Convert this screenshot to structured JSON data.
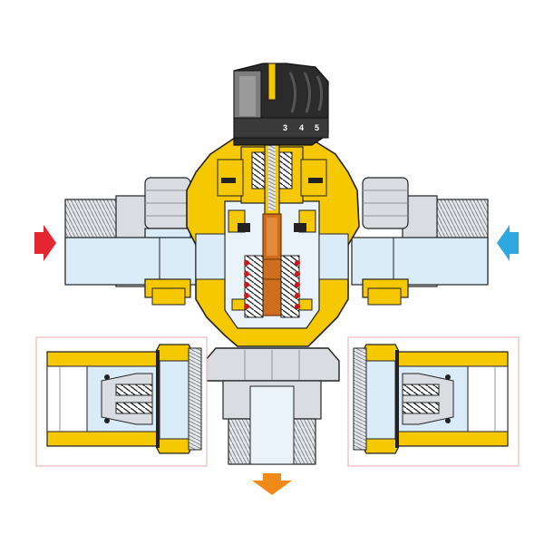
{
  "knob": {
    "scale": [
      "3",
      "4",
      "5"
    ]
  },
  "colors": {
    "brass": "#f6c800",
    "brass_dark": "#c79a00",
    "steel": "#d9dde2",
    "steel_dark": "#8c939b",
    "water": "#d9ecf8",
    "outline": "#222222",
    "knob": "#2b2b2b",
    "stem": "#cf6d1f",
    "seal": "#d01818",
    "arrow_hot": "#e3262f",
    "arrow_cold": "#2fa8e0",
    "arrow_mix": "#f28a1a",
    "detail_frame": "#e8a8a8"
  },
  "arrows": {
    "hot_inlet": "arrow-right-icon",
    "cold_inlet": "arrow-left-icon",
    "mixed_outlet": "arrow-down-icon"
  }
}
